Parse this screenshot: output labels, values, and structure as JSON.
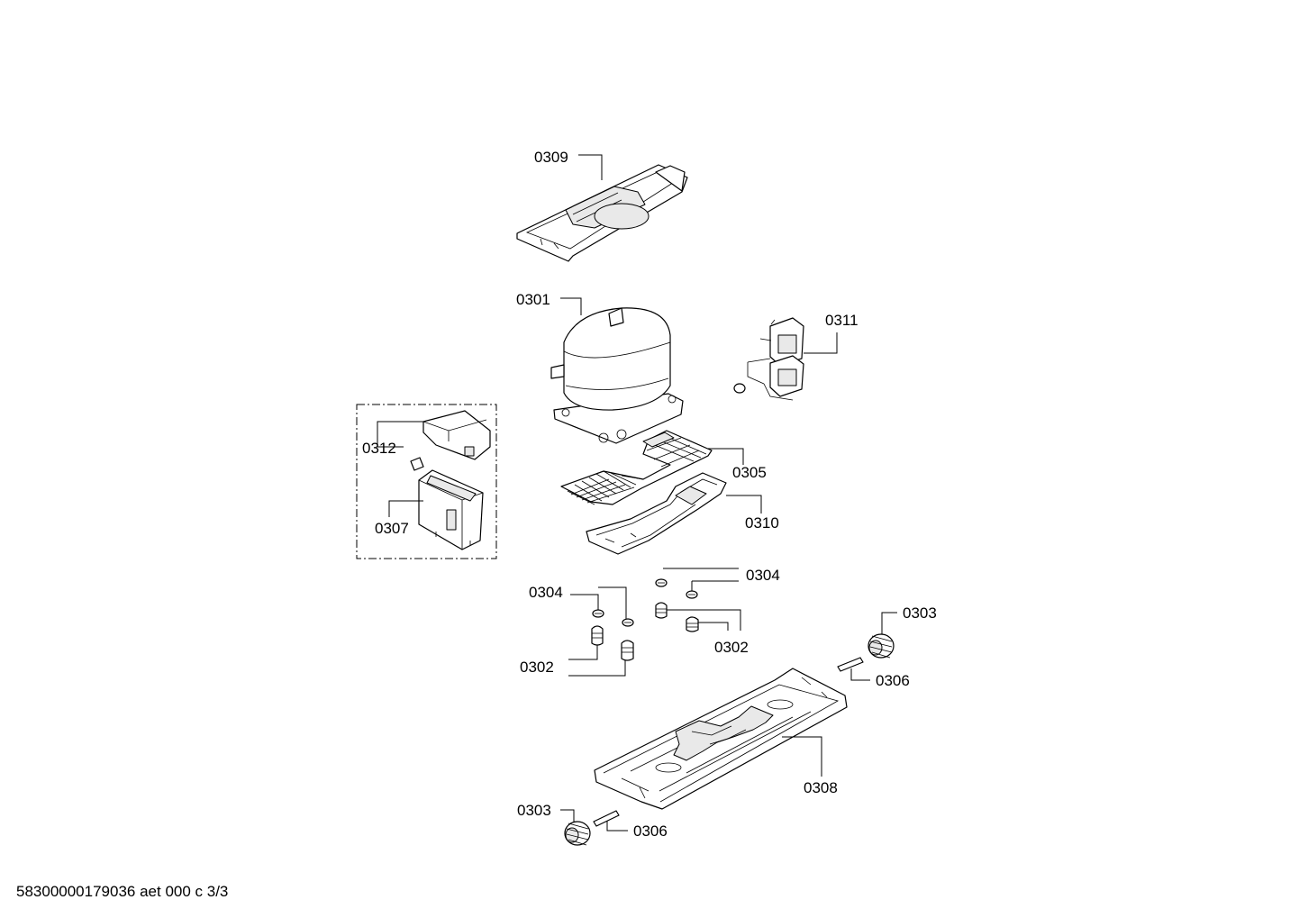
{
  "labels": {
    "p0309": "0309",
    "p0301": "0301",
    "p0311": "0311",
    "p0312": "0312",
    "p0307": "0307",
    "p0305": "0305",
    "p0310": "0310",
    "p0304_right": "0304",
    "p0304_left": "0304",
    "p0302_right": "0302",
    "p0302_left": "0302",
    "p0303_top": "0303",
    "p0306_top": "0306",
    "p0308": "0308",
    "p0303_bottom": "0303",
    "p0306_bottom": "0306"
  },
  "footer": {
    "code": "58300000179036 aet 000 c 3/3"
  }
}
